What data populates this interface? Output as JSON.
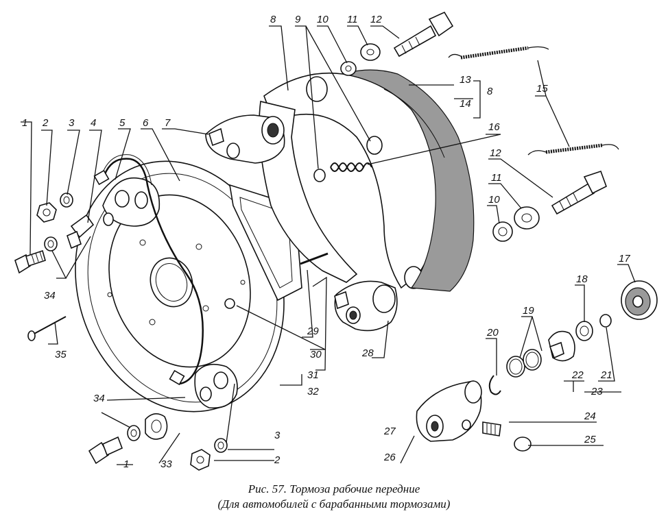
{
  "caption": {
    "line1": "Рис. 57. Тормоза рабочие передние",
    "line2": "(Для автомобилей с барабанными тормозами)"
  },
  "callouts": [
    {
      "id": "c1a",
      "text": "1"
    },
    {
      "id": "c2a",
      "text": "2"
    },
    {
      "id": "c3a",
      "text": "3"
    },
    {
      "id": "c4",
      "text": "4"
    },
    {
      "id": "c5",
      "text": "5"
    },
    {
      "id": "c6",
      "text": "6"
    },
    {
      "id": "c7",
      "text": "7"
    },
    {
      "id": "c8a",
      "text": "8"
    },
    {
      "id": "c9",
      "text": "9"
    },
    {
      "id": "c10a",
      "text": "10"
    },
    {
      "id": "c11a",
      "text": "11"
    },
    {
      "id": "c12a",
      "text": "12"
    },
    {
      "id": "c13",
      "text": "13"
    },
    {
      "id": "c8b",
      "text": "8"
    },
    {
      "id": "c14",
      "text": "14"
    },
    {
      "id": "c15",
      "text": "15"
    },
    {
      "id": "c16",
      "text": "16"
    },
    {
      "id": "c12b",
      "text": "12"
    },
    {
      "id": "c11b",
      "text": "11"
    },
    {
      "id": "c10b",
      "text": "10"
    },
    {
      "id": "c17",
      "text": "17"
    },
    {
      "id": "c18",
      "text": "18"
    },
    {
      "id": "c19",
      "text": "19"
    },
    {
      "id": "c20",
      "text": "20"
    },
    {
      "id": "c21",
      "text": "21"
    },
    {
      "id": "c22",
      "text": "22"
    },
    {
      "id": "c23",
      "text": "23"
    },
    {
      "id": "c24",
      "text": "24"
    },
    {
      "id": "c25",
      "text": "25"
    },
    {
      "id": "c26",
      "text": "26"
    },
    {
      "id": "c27",
      "text": "27"
    },
    {
      "id": "c28",
      "text": "28"
    },
    {
      "id": "c29",
      "text": "29"
    },
    {
      "id": "c30",
      "text": "30"
    },
    {
      "id": "c31",
      "text": "31"
    },
    {
      "id": "c32",
      "text": "32"
    },
    {
      "id": "c33",
      "text": "33"
    },
    {
      "id": "c34a",
      "text": "34"
    },
    {
      "id": "c34b",
      "text": "34"
    },
    {
      "id": "c35",
      "text": "35"
    },
    {
      "id": "c1b",
      "text": "1"
    },
    {
      "id": "c2b",
      "text": "2"
    },
    {
      "id": "c3b",
      "text": "3"
    }
  ]
}
